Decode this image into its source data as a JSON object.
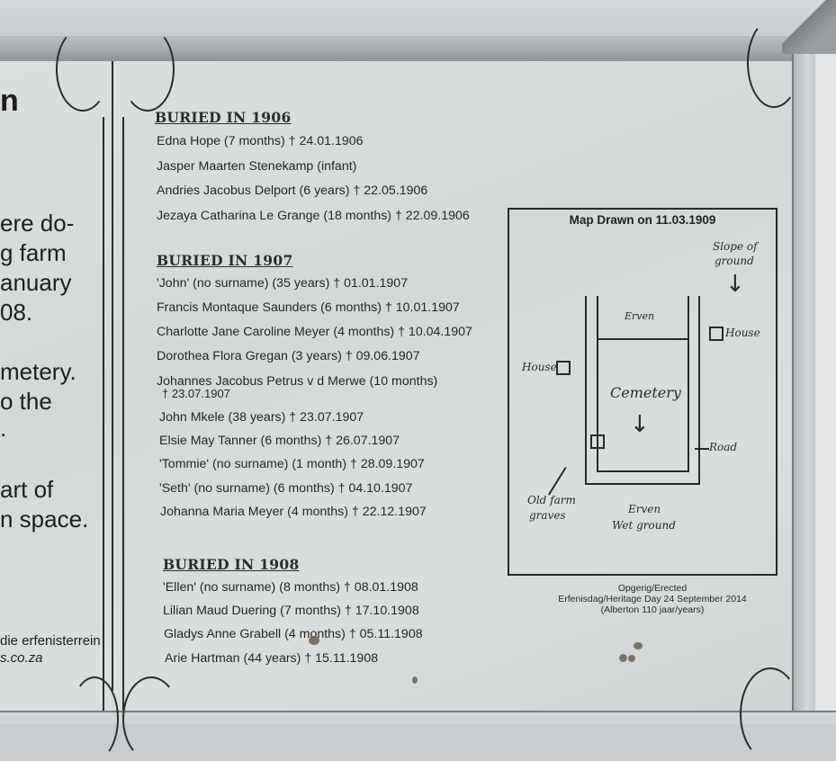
{
  "sign": {
    "left_panel": {
      "heading_fragment": "n",
      "paragraph_1": [
        "ere do-",
        "g farm",
        "anuary",
        "08."
      ],
      "paragraph_2": [
        "metery.",
        "o the",
        "."
      ],
      "paragraph_3": [
        "art of",
        "n space."
      ],
      "footer_line_1": "die erfenisterrein",
      "footer_line_2": "s.co.za"
    },
    "sections": [
      {
        "heading": "BURIED IN 1906",
        "entries": [
          "Edna Hope (7 months) † 24.01.1906",
          "Jasper Maarten Stenekamp (infant)",
          "Andries Jacobus Delport (6 years) † 22.05.1906",
          "Jezaya Catharina Le Grange (18 months) † 22.09.1906"
        ]
      },
      {
        "heading": "BURIED IN 1907",
        "entries": [
          "'John' (no surname) (35 years) † 01.01.1907",
          "Francis Montaque Saunders (6 months) † 10.01.1907",
          "Charlotte Jane Caroline Meyer (4 months) † 10.04.1907",
          "Dorothea Flora Gregan (3 years) † 09.06.1907",
          "Johannes Jacobus Petrus v d Merwe (10 months)",
          "† 23.07.1907",
          "John Mkele (38 years) † 23.07.1907",
          "Elsie May Tanner (6 months) † 26.07.1907",
          "'Tommie' (no surname) (1 month) † 28.09.1907",
          "'Seth' (no surname) (6 months) † 04.10.1907",
          "Johanna Maria Meyer (4 months) † 22.12.1907"
        ]
      },
      {
        "heading": "BURIED IN 1908",
        "entries": [
          "'Ellen' (no surname) (8 months) † 08.01.1908",
          "Lilian Maud Duering (7 months) † 17.10.1908",
          "Gladys Anne Grabell (4 months) † 05.11.1908",
          "Arie Hartman (44 years) † 15.11.1908"
        ]
      }
    ],
    "map": {
      "title": "Map Drawn on 11.03.1909",
      "labels": {
        "slope_1": "Slope of",
        "slope_2": "ground",
        "erven_top": "Erven",
        "house_right": "House",
        "house_left": "House",
        "cemetery": "Cemetery",
        "road": "Road",
        "old_farm_1": "Old farm",
        "old_farm_2": "graves",
        "erven_bottom": "Erven",
        "wet_ground": "Wet ground"
      },
      "arrow_glyph": "↓"
    },
    "erected": {
      "line_1": "Opgerig/Erected",
      "line_2": "Erfenisdag/Heritage Day 24 September 2014",
      "line_3": "(Alberton 110 jaar/years)"
    }
  }
}
